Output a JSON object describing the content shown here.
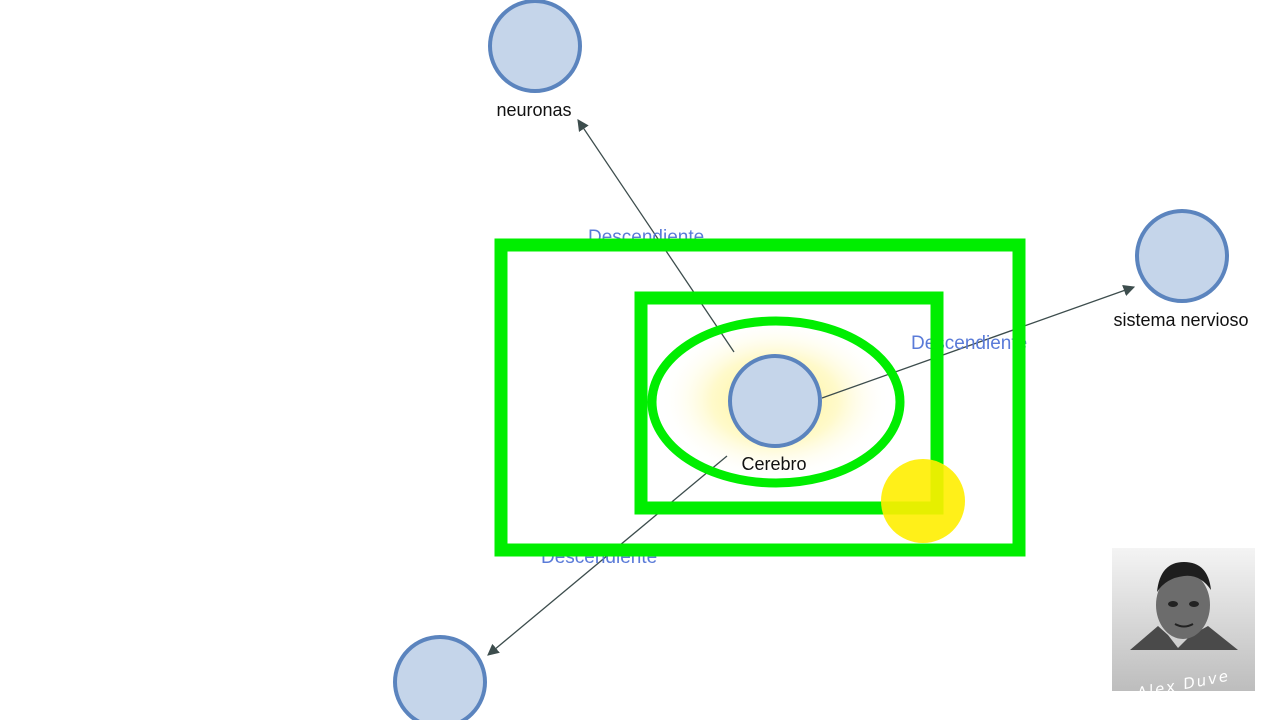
{
  "diagram": {
    "nodes": [
      {
        "id": "neuronas",
        "label": "neuronas"
      },
      {
        "id": "sistema",
        "label": "sistema nervioso"
      },
      {
        "id": "cerebro",
        "label": "Cerebro"
      },
      {
        "id": "bottom",
        "label": ""
      }
    ],
    "edges": [
      {
        "from": "cerebro",
        "to": "neuronas",
        "label": "Descendiente"
      },
      {
        "from": "cerebro",
        "to": "sistema",
        "label": "Descendiente"
      },
      {
        "from": "cerebro",
        "to": "bottom",
        "label": "Descendiente"
      }
    ]
  },
  "colors": {
    "node_fill": "#c5d5ea",
    "node_stroke": "#5b84be",
    "edge": "#3d4d4d",
    "edge_label": "#5a7bd8",
    "highlight_green": "#00ee00",
    "cursor_yellow": "#ffee00"
  },
  "watermark": {
    "text": "Alex Duve"
  }
}
